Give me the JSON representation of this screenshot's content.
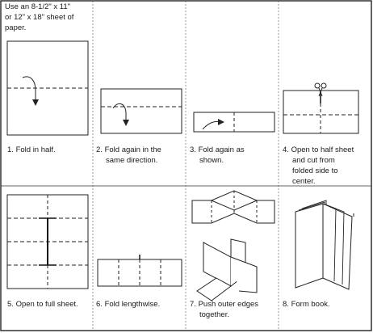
{
  "intro": {
    "line1": "Use an 8-1/2\" x 11\"",
    "line2": "or 12\" x 18\" sheet of",
    "line3": "paper."
  },
  "steps": [
    {
      "num": "1.",
      "lines": [
        "Fold in half."
      ]
    },
    {
      "num": "2.",
      "lines": [
        "Fold again in the",
        "same direction."
      ]
    },
    {
      "num": "3.",
      "lines": [
        "Fold again as",
        "shown."
      ]
    },
    {
      "num": "4.",
      "lines": [
        "Open to half sheet",
        "and cut from",
        "folded side to",
        "center."
      ]
    },
    {
      "num": "5.",
      "lines": [
        "Open to full sheet."
      ]
    },
    {
      "num": "6.",
      "lines": [
        "Fold lengthwise."
      ]
    },
    {
      "num": "7.",
      "lines": [
        "Push outer edges",
        "together."
      ]
    },
    {
      "num": "8.",
      "lines": [
        "Form book."
      ]
    }
  ]
}
